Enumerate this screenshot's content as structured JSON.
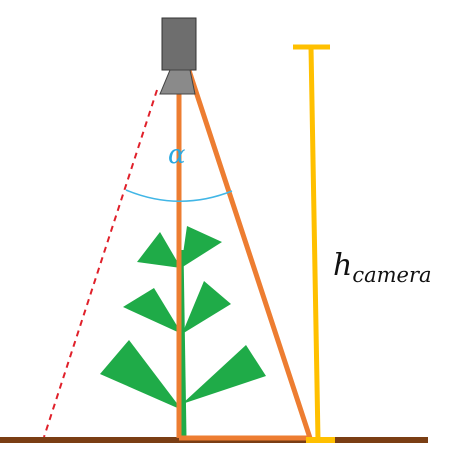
{
  "labels": {
    "angle_symbol": "α",
    "height_main": "h",
    "height_subscript": "camera"
  },
  "colors": {
    "ground": "#7a3e14",
    "camera_body": "#6e6e6e",
    "camera_lens": "#8a8a8a",
    "field_of_view": "#ed7d31",
    "view_boundary": "#e0202a",
    "angle_arc": "#41b6e6",
    "angle_label": "#2aa8e0",
    "height_marker": "#ffc000",
    "plant": "#1fab48",
    "text": "#111111"
  },
  "icons": {
    "camera": "camera-icon",
    "plant": "plant-icon"
  }
}
